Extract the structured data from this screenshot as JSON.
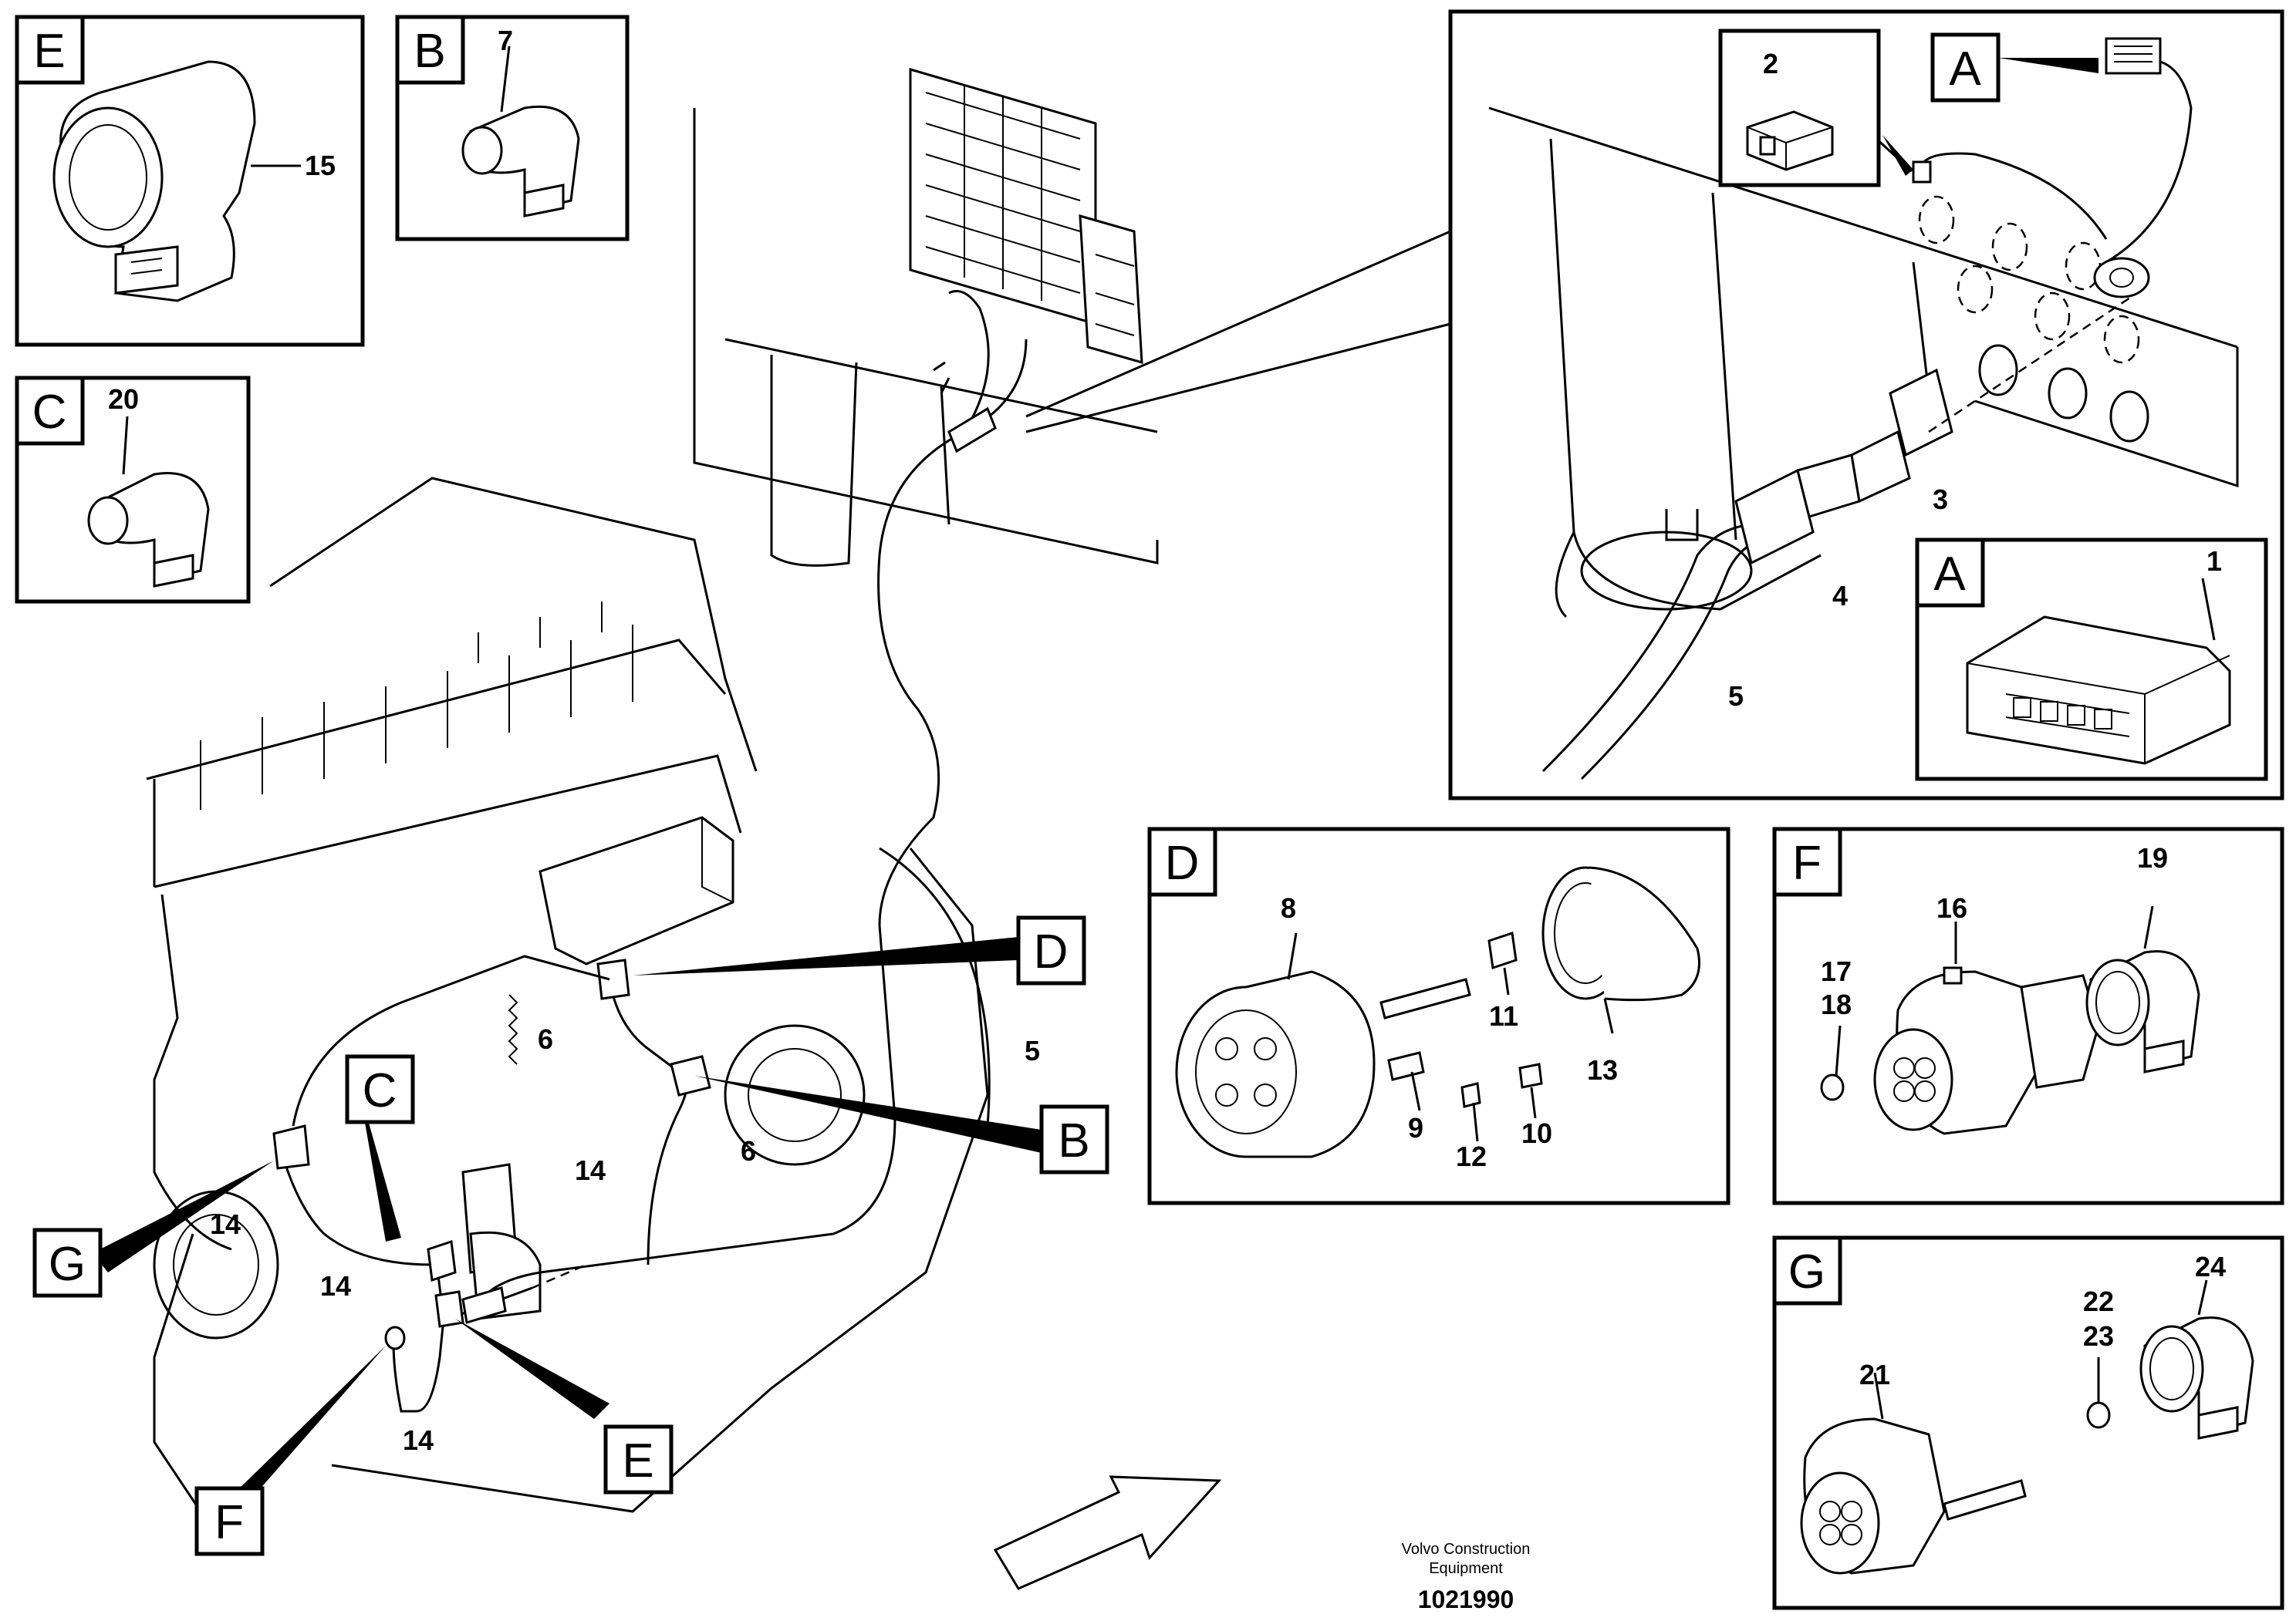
{
  "callouts": {
    "E": "E",
    "B": "B",
    "C": "C",
    "A": "A",
    "D": "D",
    "F": "F",
    "G": "G"
  },
  "numbers": {
    "n1": "1",
    "n2": "2",
    "n3": "3",
    "n4": "4",
    "n5": "5",
    "n6": "6",
    "n7": "7",
    "n8": "8",
    "n9": "9",
    "n10": "10",
    "n11": "11",
    "n12": "12",
    "n13": "13",
    "n14": "14",
    "n15": "15",
    "n16": "16",
    "n17": "17",
    "n18": "18",
    "n19": "19",
    "n20": "20",
    "n21": "21",
    "n22": "22",
    "n23": "23",
    "n24": "24"
  },
  "footer": {
    "line1": "Volvo Construction",
    "line2": "Equipment",
    "id": "1021990"
  }
}
